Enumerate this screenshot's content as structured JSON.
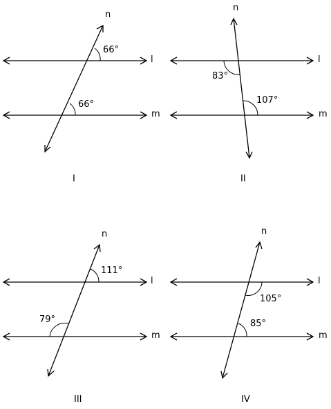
{
  "panels": [
    {
      "caption": "I",
      "label_l": "l",
      "label_m": "m",
      "label_n": "n",
      "angle_top": "66°",
      "angle_bottom": "66°"
    },
    {
      "caption": "II",
      "label_l": "l",
      "label_m": "m",
      "label_n": "n",
      "angle_top": "83°",
      "angle_bottom": "107°"
    },
    {
      "caption": "III",
      "label_l": "l",
      "label_m": "m",
      "label_n": "n",
      "angle_top": "111°",
      "angle_bottom": "79°"
    },
    {
      "caption": "IV",
      "label_l": "l",
      "label_m": "m",
      "label_n": "n",
      "angle_top": "105°",
      "angle_bottom": "85°"
    }
  ],
  "colors": {
    "stroke": "#000000",
    "background": "#ffffff"
  }
}
